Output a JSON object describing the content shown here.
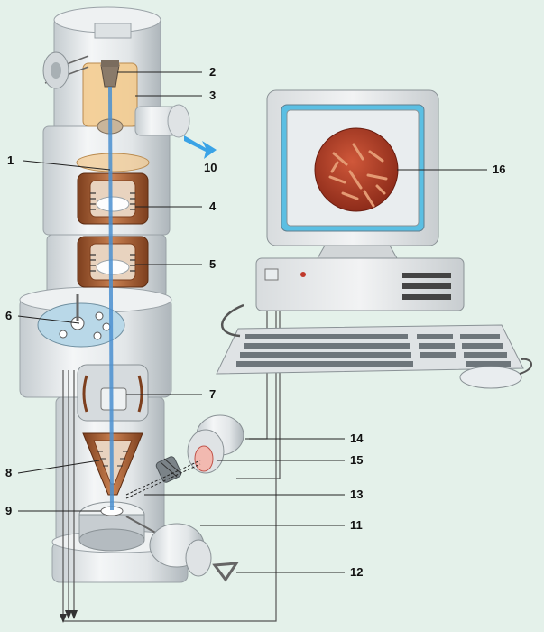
{
  "colors": {
    "background": "#e4f1ea",
    "column_metal": "#e9ecee",
    "column_shadow": "#b9c0c4",
    "copper": "#b46a3c",
    "glass": "#f3c98a",
    "beam": "#4a8fd0",
    "screen_bg": "#5bbfe3",
    "specimen": "#b8432c",
    "arrow_out": "#3aa3e6"
  },
  "callouts": [
    {
      "id": "label-1",
      "text": "1"
    },
    {
      "id": "label-2",
      "text": "2"
    },
    {
      "id": "label-3",
      "text": "3"
    },
    {
      "id": "label-4",
      "text": "4"
    },
    {
      "id": "label-5",
      "text": "5"
    },
    {
      "id": "label-6",
      "text": "6"
    },
    {
      "id": "label-7",
      "text": "7"
    },
    {
      "id": "label-8",
      "text": "8"
    },
    {
      "id": "label-9",
      "text": "9"
    },
    {
      "id": "label-10",
      "text": "10"
    },
    {
      "id": "label-11",
      "text": "11"
    },
    {
      "id": "label-12",
      "text": "12"
    },
    {
      "id": "label-13",
      "text": "13"
    },
    {
      "id": "label-14",
      "text": "14"
    },
    {
      "id": "label-15",
      "text": "15"
    },
    {
      "id": "label-16",
      "text": "16"
    }
  ]
}
